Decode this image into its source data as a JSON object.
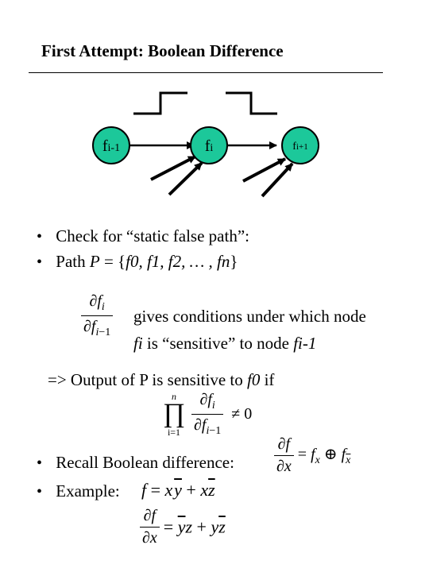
{
  "title": "First Attempt: Boolean Difference",
  "diagram": {
    "nodes": [
      {
        "label": "fi-1"
      },
      {
        "label": "fi"
      },
      {
        "label": "fi+1"
      }
    ],
    "node_color": "#1cc89a"
  },
  "bullets": [
    {
      "marker": "•",
      "text": "Check for “static false path”:"
    },
    {
      "marker": "•",
      "text_prefix": "Path ",
      "path_var": "P",
      "path_eq": " = {",
      "seq": "f0, f1, f2, … , fn",
      "close": "}"
    }
  ],
  "deriv_text": {
    "line1": "gives conditions under which node",
    "line2_a": "fi",
    "line2_b": " is “sensitive” to node ",
    "line2_c": "fi-1"
  },
  "output_line": {
    "text_a": "=> Output of P is sensitive to ",
    "var": "f0",
    "text_b": " if"
  },
  "product": {
    "upper": "n",
    "lower": "i=1",
    "relation": "≠ 0"
  },
  "bullets2": [
    {
      "marker": "•",
      "text": "Recall Boolean difference:"
    },
    {
      "marker": "•",
      "text": "Example:"
    }
  ]
}
